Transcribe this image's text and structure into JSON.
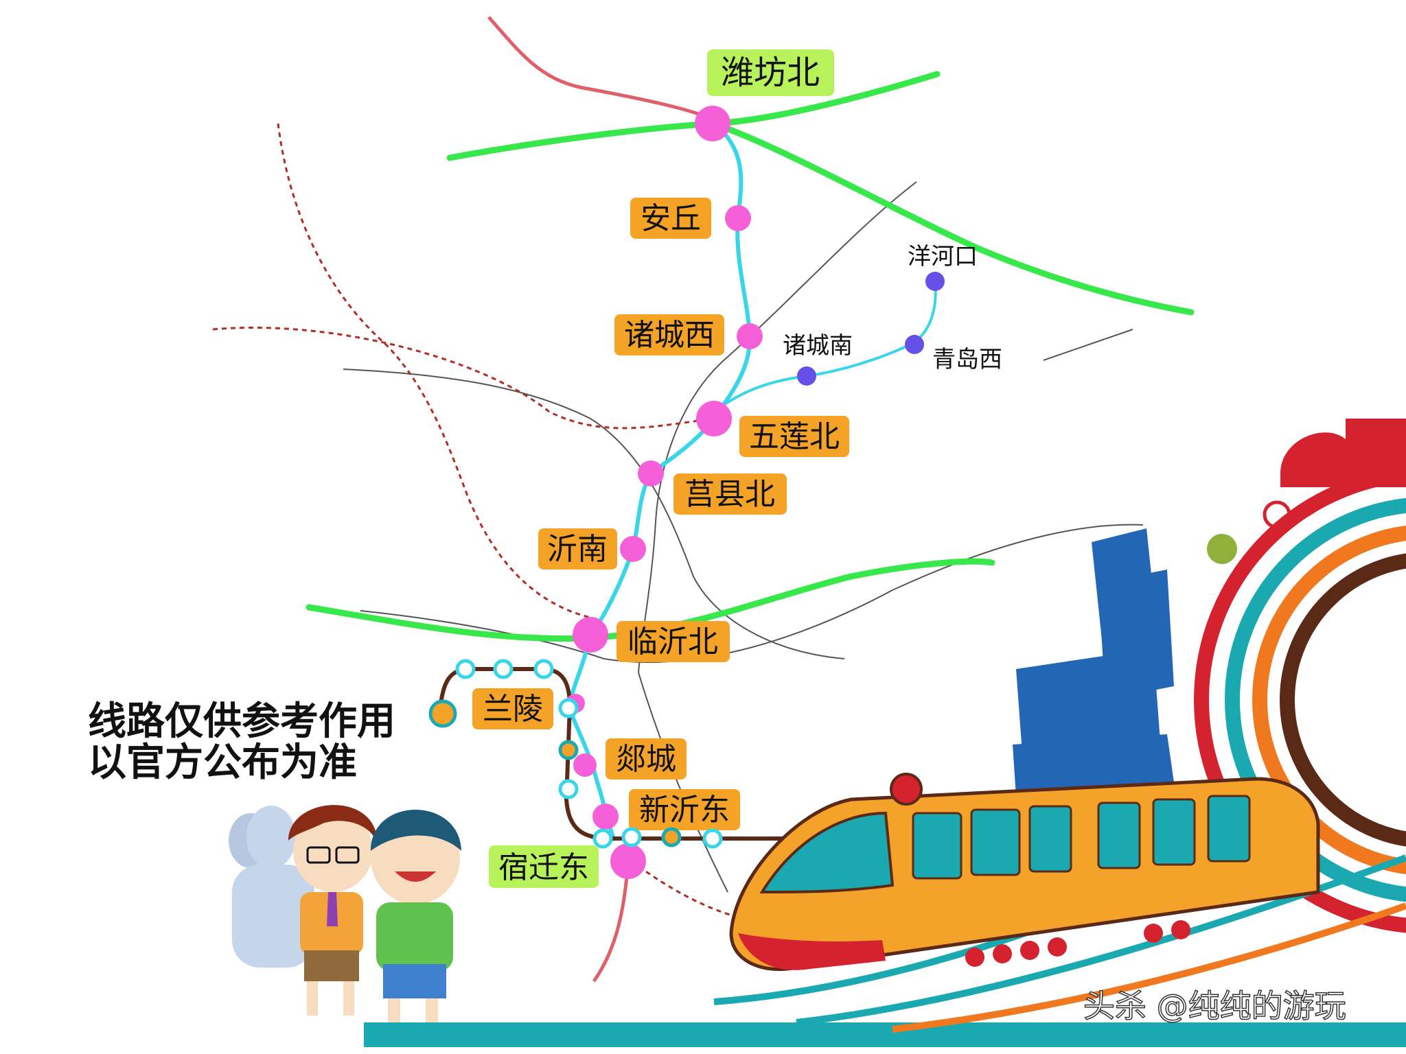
{
  "stations": {
    "weifang_bei": "潍坊北",
    "anqiu": "安丘",
    "zhucheng_xi": "诸城西",
    "wulian_bei": "五莲北",
    "juxian_bei": "莒县北",
    "yinan": "沂南",
    "linyi_bei": "临沂北",
    "lanling": "兰陵",
    "tancheng": "郯城",
    "xinyi_dong": "新沂东",
    "suqian_dong": "宿迁东"
  },
  "branch_stations": {
    "yanghekou": "洋河口",
    "qingdao_xi": "青岛西",
    "zhucheng_nan": "诸城南"
  },
  "disclaimer": {
    "line1": "线路仅供参考作用",
    "line2": "以官方公布为准"
  },
  "watermark": "头杀 @纯纯的游玩",
  "colors": {
    "main_line": "#38d6e8",
    "main_station": "#f560d8",
    "label_orange": "#f5a326",
    "label_green": "#b8f25a",
    "green_rail": "#38e84a",
    "red_rail": "#e0606a",
    "branch_station": "#6650e8",
    "train_body": "#f4a22a",
    "train_stripe": "#1aa9b0"
  }
}
